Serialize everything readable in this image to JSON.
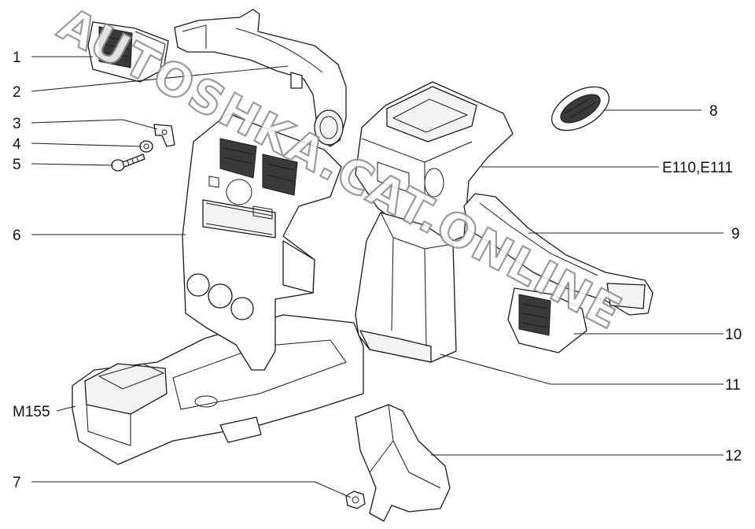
{
  "watermark": "AUTOSHKA.CAT.ONLINE",
  "callouts": [
    {
      "id": "1",
      "text": "1"
    },
    {
      "id": "2",
      "text": "2"
    },
    {
      "id": "3",
      "text": "3"
    },
    {
      "id": "4",
      "text": "4"
    },
    {
      "id": "5",
      "text": "5"
    },
    {
      "id": "6",
      "text": "6"
    },
    {
      "id": "7",
      "text": "7"
    },
    {
      "id": "m155",
      "text": "M155"
    },
    {
      "id": "8",
      "text": "8"
    },
    {
      "id": "e110",
      "text": "E110,E111"
    },
    {
      "id": "9",
      "text": "9"
    },
    {
      "id": "10",
      "text": "10"
    },
    {
      "id": "11",
      "text": "11"
    },
    {
      "id": "12",
      "text": "12"
    }
  ]
}
